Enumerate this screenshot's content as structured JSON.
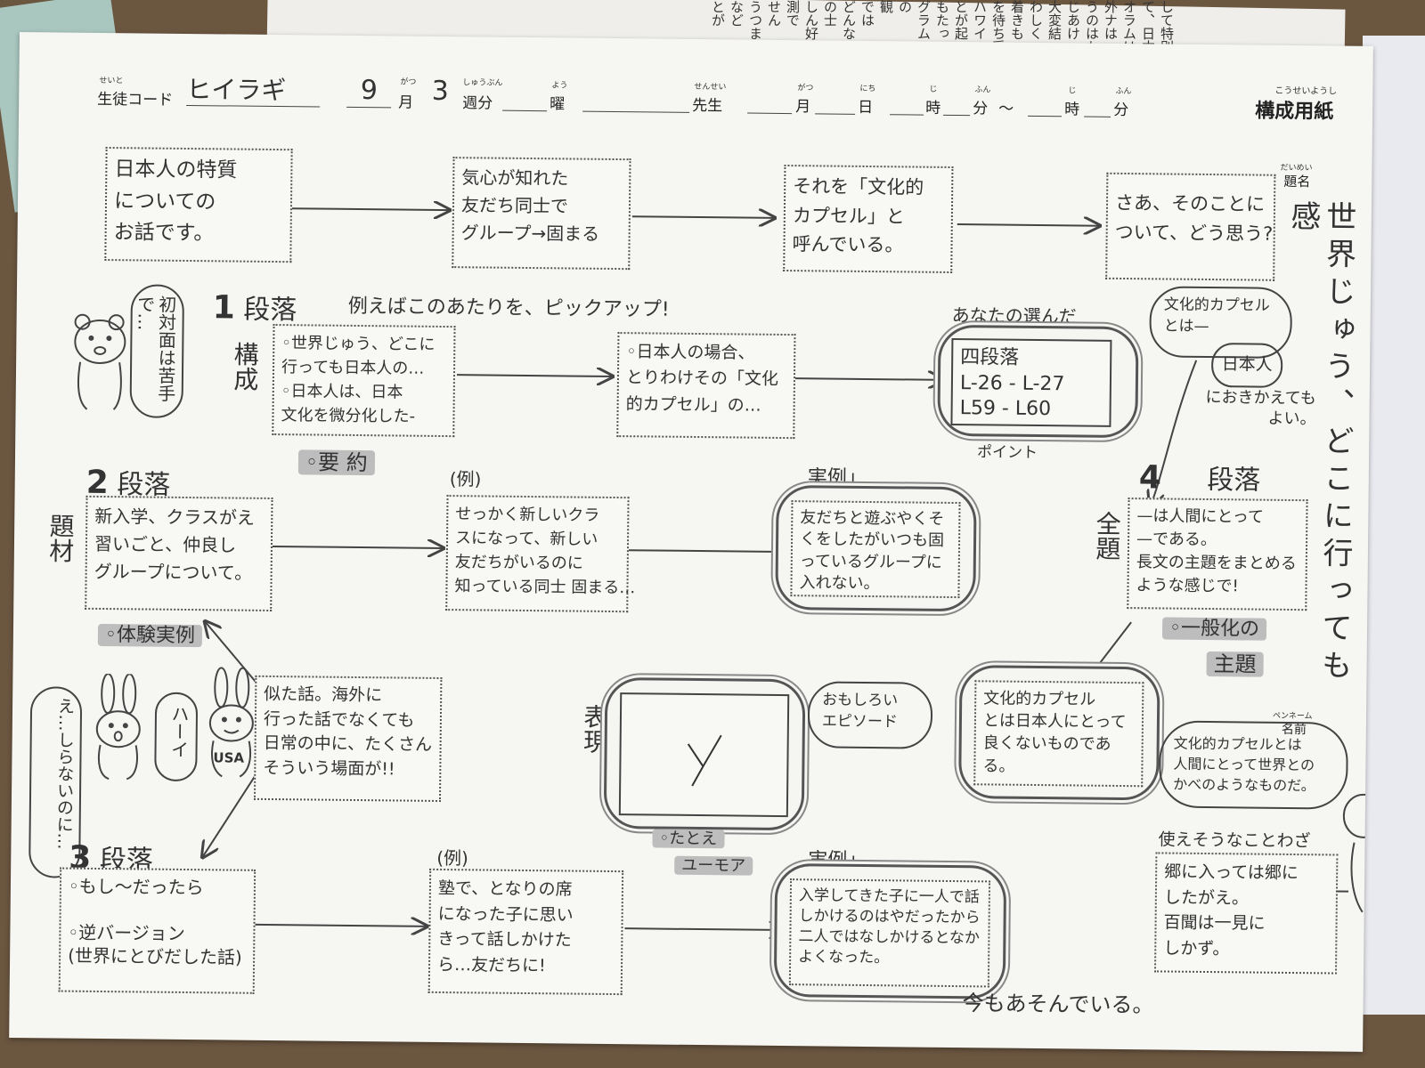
{
  "header": {
    "student_code_ruby": "せいと",
    "student_code_label": "生徒コード",
    "student_code_value": "ヒイラギ",
    "month_value": "9",
    "month_ruby": "がつ",
    "month_label": "月",
    "week_value": "3",
    "week_ruby": "しゅうぶん",
    "week_label": "週分",
    "dow_ruby": "よう",
    "dow_label": "曜",
    "teacher_ruby": "せんせい",
    "teacher_label": "先生",
    "date_month_ruby": "がつ",
    "date_month": "月",
    "date_day_ruby": "にち",
    "date_day": "日",
    "hour_ruby": "じ",
    "hour": "時",
    "minute_ruby": "ふん",
    "minute": "分",
    "tilde": "〜",
    "sheet_ruby": "こうせいようし",
    "sheet_title": "構成用紙"
  },
  "title_area": {
    "ruby": "だいめい",
    "label": "題名",
    "title": "世界じゅう、どこに行っても感",
    "pen_ruby": "ペンネーム",
    "pen_label": "名前"
  },
  "top_flow": [
    "日本人の特質\nについての\nお話です。",
    "気心が知れた\n友だち同士で\nグループ→固まる",
    "それを「文化的\nカプセル」と\n呼んでいる。",
    "さあ、そのことに\nついて、どう思う?"
  ],
  "para1": {
    "number": "1",
    "label": "段落",
    "vertical_label": "構成",
    "hint": "例えばこのあたりを、ピックアップ!",
    "box1": "◦世界じゅう、どこに\n行っても日本人の…\n◦日本人は、日本\n文化を微分化した-",
    "box2": "◦日本人の場合、\nとりわけその「文化\n的カプセル」の…",
    "chosen_caption": "あなたの選んだ",
    "chosen": "四段落\nL-26 - L-27\nL59 - L60",
    "point": "ポイント",
    "summary": "◦要 約"
  },
  "bear_bubble": "初対面は苦手で…",
  "para2": {
    "number": "2",
    "label": "段落",
    "vertical_label": "題材",
    "box1": "新入学、クラスがえ\n習いごと、仲良し\nグループについて。",
    "ex_label": "(例)",
    "box2": "せっかく新しいクラ\nスになって、新しい\n友だちがいるのに\n知っている同士 固まる…",
    "real_label": "実例」",
    "real": "友だちと遊ぶやくそくをしたがいつも固っているグループに入れない。",
    "experience": "◦体験実例"
  },
  "similar_box": "似た話。海外に\n行った話でなくても\n日常の中に、たくさん\nそういう場面が!!",
  "rabbit": {
    "bubble_left": "え…しらないのに…",
    "bubble_mid": "ハーイ",
    "usa": "USA"
  },
  "expression": {
    "vertical_label": "表現",
    "bubble": "おもしろい\nエピソード",
    "example": "◦たとえ",
    "humor": "ユーモア"
  },
  "para3": {
    "number": "3",
    "label": "段落",
    "box1": "◦もし〜だったら\n\n◦逆バージョン\n(世界にとびだした話)",
    "ex_label": "(例)",
    "box2": "塾で、となりの席\nになった子に思い\nきって話しかけた\nら…友だちに!",
    "real_label": "実例」",
    "real": "入学してきた子に一人で話しかけるのはやだったから二人ではなしかけるとなかよくなった。",
    "overflow": "今もあそんでいる。"
  },
  "para4": {
    "number": "4",
    "label": "段落",
    "vertical_label": "全題",
    "bubble_top": "文化的カプセル\nとは—",
    "bubble_japan": "日本人",
    "note": "におきかえても\nよい。",
    "box": "—は人間にとって\n—である。\n長文の主題をまとめる\nような感じで!",
    "generalize": "◦一般化の",
    "theme": "主題",
    "cloud": "文化的カプセル\nとは日本人にとって良くないものである。",
    "bubble_right": "文化的カプセルとは\n人間にとって世界との\nかべのようなものだ。"
  },
  "proverbs": {
    "label": "使えそうなことわざ",
    "text": "郷に入っては郷に\nしたがえ。\n百聞は一見に\nしかず。"
  },
  "background_text": "して特別の\nて、日本\nオラムは\n外ナは\nうのはも\nじあけ\n大変結\nわしく\n着きも\nを待ち受\nハワイの\nとが起\nもたっ\nグラム\nの\n観\nでは\nどんな\nの士\nしん好奇\n測で\nせん\nうつま\nなど\nとが"
}
